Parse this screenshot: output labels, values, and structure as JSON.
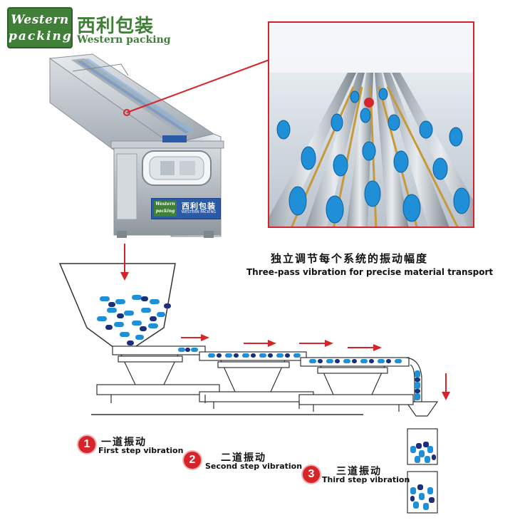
{
  "logo": {
    "line1": "Western",
    "line2": "packing",
    "color": "#3f7f38"
  },
  "brand": {
    "name_cn": "西利包装",
    "name_en": "Western packing"
  },
  "machine": {
    "panel_cn": "西利包装",
    "panel_logo_line1": "Western",
    "panel_logo_line2": "packing",
    "panel_en": "WESTERN PACKING"
  },
  "caption": {
    "cn": "独立调节每个系统的振动幅度",
    "en": "Three-pass vibration for precise material transport"
  },
  "steps": [
    {
      "number": "1",
      "cn": "一道振动",
      "en": "First step vibration"
    },
    {
      "number": "2",
      "cn": "二道振动",
      "en": "Second step vibration"
    },
    {
      "number": "3",
      "cn": "三道振动",
      "en": "Third step vibration"
    }
  ],
  "colors": {
    "accent_red": "#d6252a",
    "capsule_blue": "#1f8fd8",
    "capsule_navy": "#1c2f7a"
  }
}
